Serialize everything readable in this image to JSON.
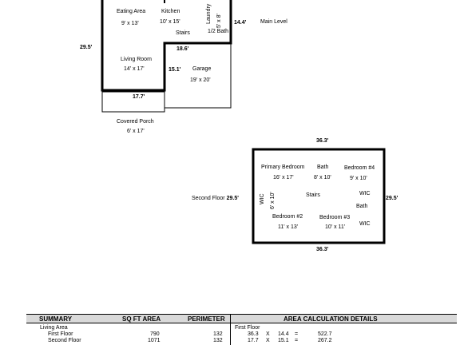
{
  "first_floor": {
    "rooms": {
      "eating_area": {
        "name": "Eating Area",
        "size": "9' x 13'"
      },
      "kitchen": {
        "name": "Kitchen",
        "size": "10' x 15'"
      },
      "laundry": {
        "name": "Laundry",
        "size": "5' x 8'"
      },
      "stairs": "Stairs",
      "half_bath": "1/2 Bath",
      "living_room": {
        "name": "Living Room",
        "size": "14' x 17'"
      },
      "garage": {
        "name": "Garage",
        "size": "19' x 20'"
      },
      "porch": {
        "name": "Covered Porch",
        "size": "6' x 17'"
      }
    },
    "dims": {
      "left": "29.5'",
      "right": "14.4'",
      "garage_top": "18.6'",
      "garage_left": "15.1'",
      "bottom": "17.7'"
    },
    "level_label": "Main Level"
  },
  "second_floor": {
    "level_label": "Second Floor",
    "rooms": {
      "primary": {
        "name": "Primary Bedroom",
        "size": "16' x 17'"
      },
      "bath1": {
        "name": "Bath",
        "size": "8' x 10'"
      },
      "bed4": {
        "name": "Bedroom #4",
        "size": "9' x 10'"
      },
      "wic_left": {
        "name": "WIC",
        "size": "6' x 10'"
      },
      "stairs": "Stairs",
      "wic_right1": "WIC",
      "bath2": "Bath",
      "bed2": {
        "name": "Bedroom #2",
        "size": "11' x 13'"
      },
      "bed3": {
        "name": "Bedroom #3",
        "size": "10' x 11'"
      },
      "wic_right2": "WIC"
    },
    "dims": {
      "top": "36.3'",
      "bottom": "36.3'",
      "left": "29.5'",
      "right": "29.5'"
    }
  },
  "summary": {
    "headers": {
      "summary": "SUMMARY",
      "sqft": "SQ FT AREA",
      "perimeter": "PERIMETER",
      "details": "AREA CALCULATION DETAILS"
    },
    "section": "Living Area",
    "rows": [
      {
        "label": "First Floor",
        "sqft": "790",
        "perimeter": "132"
      },
      {
        "label": "Second Floor",
        "sqft": "1071",
        "perimeter": "132"
      }
    ],
    "calc_title": "First Floor",
    "calcs": [
      {
        "a": "36.3",
        "op": "X",
        "b": "14.4",
        "eq": "=",
        "r": "522.7"
      },
      {
        "a": "17.7",
        "op": "X",
        "b": "15.1",
        "eq": "=",
        "r": "267.2"
      }
    ]
  }
}
